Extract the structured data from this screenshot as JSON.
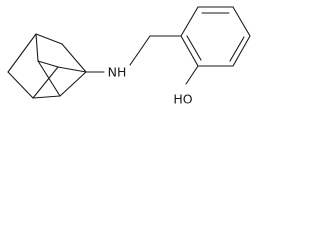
{
  "molecule": {
    "atom_labels": {
      "amine": "NH",
      "hydroxyl": "HO"
    },
    "bond_color": "#1a1a1a",
    "label_color": "#1a1a1a",
    "background": "#ffffff",
    "fragments": [
      "adamantyl-cage",
      "aminomethyl-linker",
      "phenol-ring"
    ]
  }
}
